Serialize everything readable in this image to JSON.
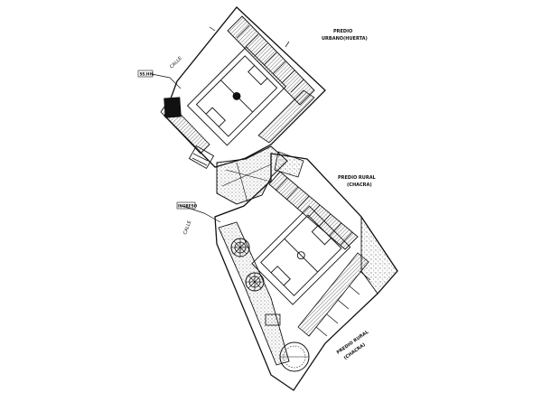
{
  "labels": {
    "predio_urbano_1": "PREDIO",
    "predio_urbano_2": "URBANO(HUERTA)",
    "predio_rural_1": "PREDIO RURAL",
    "predio_rural_2": "(CHACRA)",
    "predio_rural_b1": "PREDIO RURAL",
    "predio_rural_b2": "(CHACRA)",
    "calle_top": "CALLE",
    "calle_left": "CALLE",
    "tag_top": "SS.HH.",
    "tag_mid": "INGRESO"
  },
  "colors": {
    "line": "#111111",
    "background": "#ffffff"
  }
}
